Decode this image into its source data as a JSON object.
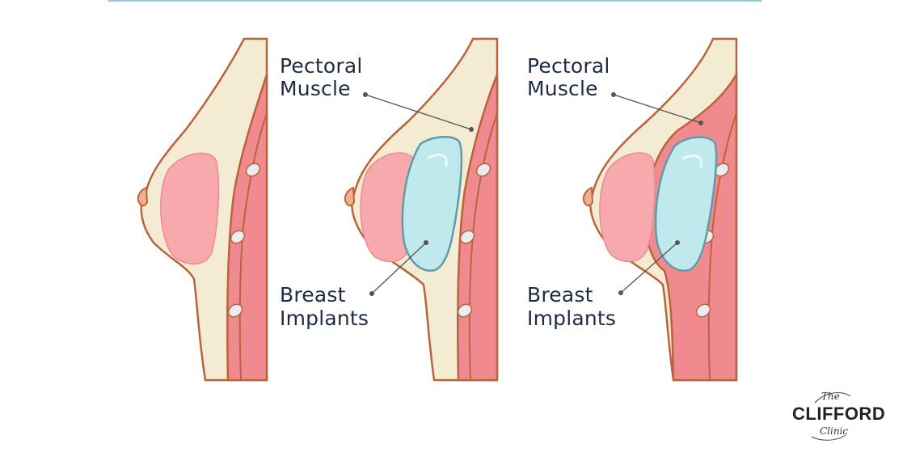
{
  "diagram": {
    "panel_2": {
      "muscle_label": {
        "line1": "Pectoral",
        "line2": "Muscle"
      },
      "implant_label": {
        "line1": "Breast",
        "line2": "Implants"
      }
    },
    "panel_3": {
      "muscle_label": {
        "line1": "Pectoral",
        "line2": "Muscle"
      },
      "implant_label": {
        "line1": "Breast",
        "line2": "Implants"
      }
    }
  },
  "brand": {
    "top": "The",
    "main": "CLIFFORD",
    "bottom": "Clinic"
  },
  "colors": {
    "skin": "#f4ecd2",
    "outline": "#b8643d",
    "muscle": "#f08a8f",
    "muscle_dark": "#e06c73",
    "gland": "#f8a9ad",
    "implant": "#bfe9ec",
    "implant_stroke": "#5f9ca7",
    "rib": "#e9edf1",
    "top_rule": "#8ecbe0",
    "label": "#1f2a44"
  }
}
